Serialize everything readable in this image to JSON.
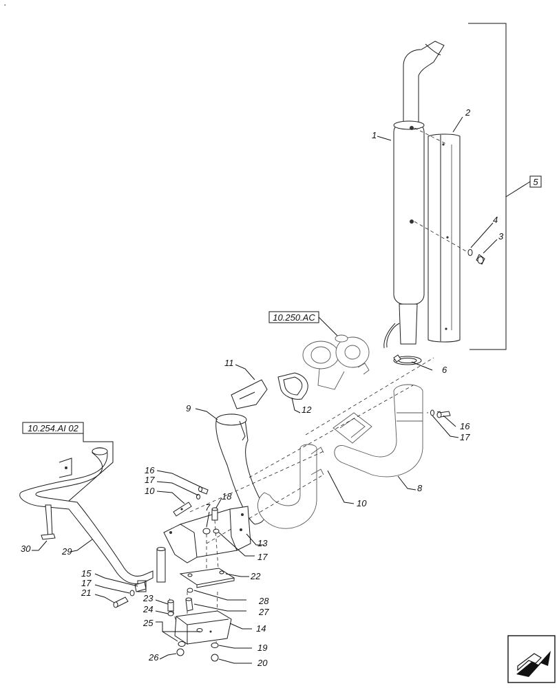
{
  "corner_mark": ".",
  "callouts": {
    "c1": "1",
    "c2": "2",
    "c3": "3",
    "c4": "4",
    "c5": "5",
    "c6": "6",
    "c7": "7",
    "c8": "8",
    "c9": "9",
    "c10a": "10",
    "c10b": "10",
    "c11": "11",
    "c12": "12",
    "c13": "13",
    "c14": "14",
    "c15": "15",
    "c16a": "16",
    "c16b": "16",
    "c17a": "17",
    "c17b": "17",
    "c17c": "17",
    "c17d": "17",
    "c18": "18",
    "c19": "19",
    "c20": "20",
    "c21": "21",
    "c22": "22",
    "c23": "23",
    "c24": "24",
    "c25": "25",
    "c26": "26",
    "c27": "27",
    "c28": "28",
    "c29": "29",
    "c30": "30"
  },
  "references": {
    "turbo": "10.250.AC",
    "intake": "10.254.AI 02"
  },
  "icons": {
    "nav": "next-page-arrow-icon"
  }
}
